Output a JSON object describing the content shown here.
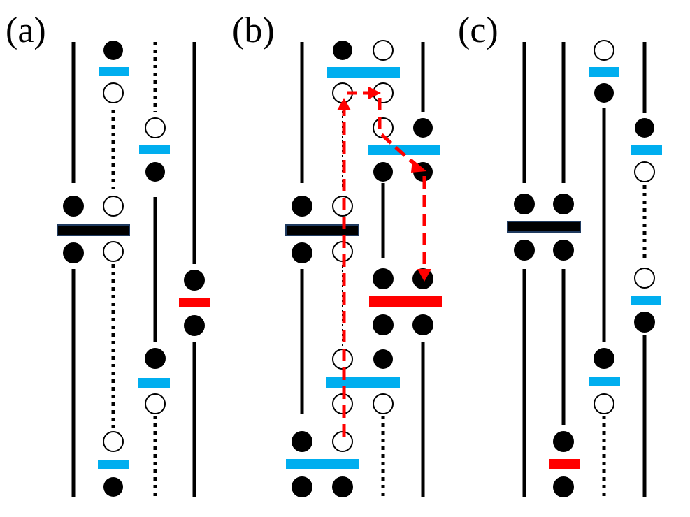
{
  "panels": [
    {
      "id": "a",
      "label": "(a)"
    },
    {
      "id": "b",
      "label": "(b)"
    },
    {
      "id": "c",
      "label": "(c)"
    }
  ],
  "colors": {
    "line": "#000000",
    "bar_blue": "#00aeef",
    "bar_red": "#ff0000",
    "bar_black": "#000000",
    "bar_black_outline": "#1f3a5f",
    "arrow_red": "#ff0000",
    "filled_circle": "#000000",
    "open_circle_fill": "#ffffff"
  }
}
